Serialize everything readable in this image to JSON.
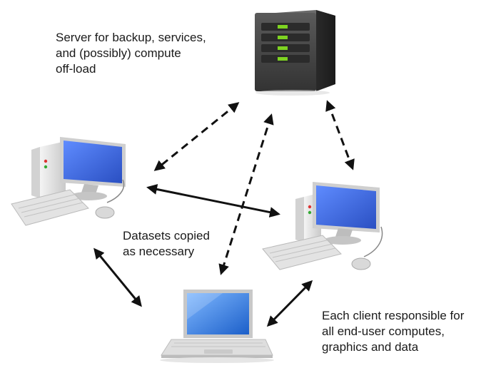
{
  "labels": {
    "server": [
      "Server for backup, services,",
      "and (possibly) compute",
      "off-load"
    ],
    "datasets": [
      "Datasets copied",
      "as necessary"
    ],
    "client": [
      "Each client responsible for",
      "all end-user computes,",
      "graphics and data"
    ]
  },
  "nodes": {
    "server": {
      "icon": "server-tower-icon"
    },
    "desktop_left": {
      "icon": "desktop-computer-icon"
    },
    "desktop_right": {
      "icon": "desktop-computer-icon"
    },
    "laptop": {
      "icon": "laptop-icon"
    }
  },
  "links": [
    {
      "from": "server",
      "to": "desktop_left",
      "style": "dashed"
    },
    {
      "from": "server",
      "to": "laptop",
      "style": "dashed"
    },
    {
      "from": "server",
      "to": "desktop_right",
      "style": "dashed"
    },
    {
      "from": "desktop_left",
      "to": "desktop_right",
      "style": "solid"
    },
    {
      "from": "desktop_left",
      "to": "laptop",
      "style": "solid"
    },
    {
      "from": "desktop_right",
      "to": "laptop",
      "style": "solid"
    }
  ],
  "colors": {
    "server_body": "#4a4a4a",
    "server_led": "#7ed321",
    "screen": "#3f6fe0",
    "case": "#e6e6e6",
    "arrow": "#111111",
    "text": "#1a1a1a"
  }
}
